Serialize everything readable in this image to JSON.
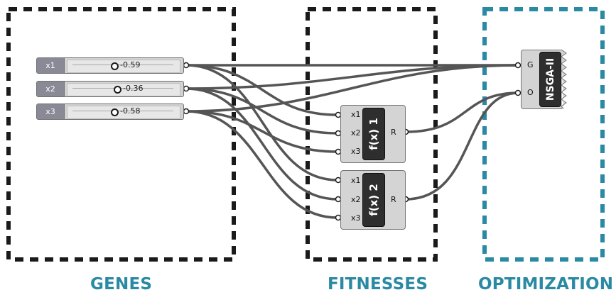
{
  "sliders": [
    {
      "name": "x1",
      "value": "-0.59"
    },
    {
      "name": "x2",
      "value": "-0.36"
    },
    {
      "name": "x3",
      "value": "-0.58"
    }
  ],
  "fitness_components": [
    {
      "title": "f(x) 1",
      "inputs": [
        "x1",
        "x2",
        "x3"
      ],
      "output": "R"
    },
    {
      "title": "f(x) 2",
      "inputs": [
        "x1",
        "x2",
        "x3"
      ],
      "output": "R"
    }
  ],
  "optimizer": {
    "title": "NSGA-II",
    "inputs": [
      "G",
      "O"
    ]
  },
  "regions": {
    "genes": "GENES",
    "fitnesses": "FITNESSES",
    "optimization": "OPTIMIZATION"
  },
  "colors": {
    "genes_frame": "#1a1a1a",
    "fitnesses_frame": "#1a1a1a",
    "optimization_frame": "#2a8aa3",
    "label_text": "#2a8aa3",
    "wire": "#555555"
  }
}
